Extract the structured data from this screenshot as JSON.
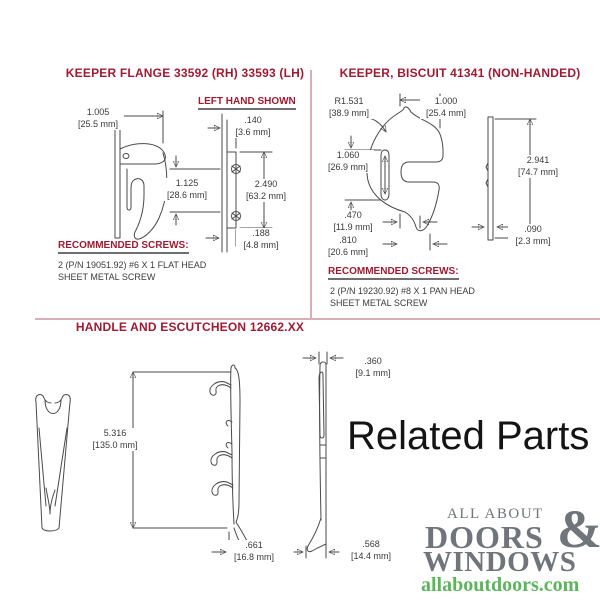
{
  "keeper_flange": {
    "title": "KEEPER FLANGE 33592 (RH) 33593 (LH)",
    "view_note": "LEFT HAND SHOWN",
    "screws_heading": "RECOMMENDED SCREWS:",
    "screws_line1": "2 (P/N 19051.92) #6 X 1 FLAT HEAD",
    "screws_line2": "SHEET METAL SCREW",
    "dims": {
      "width_in": "1.005",
      "width_mm": "[25.5 mm]",
      "tab_in": ".140",
      "tab_mm": "[3.6 mm]",
      "spacing_in": "1.125",
      "spacing_mm": "[28.6 mm]",
      "height_in": "2.490",
      "height_mm": "[63.2 mm]",
      "thickness_in": ".188",
      "thickness_mm": "[4.8 mm]"
    }
  },
  "keeper_biscuit": {
    "title": "KEEPER, BISCUIT 41341 (NON-HANDED)",
    "screws_heading": "RECOMMENDED SCREWS:",
    "screws_line1": "2 (P/N 19230.92) #8 X 1 PAN HEAD",
    "screws_line2": "SHEET METAL SCREW",
    "dims": {
      "radius_in": "R1.531",
      "radius_mm": "[38.9 mm]",
      "width_in": "1.000",
      "width_mm": "[25.4 mm]",
      "slot_in": "1.060",
      "slot_mm": "[26.9 mm]",
      "offset1_in": ".470",
      "offset1_mm": "[11.9 mm]",
      "offset2_in": ".810",
      "offset2_mm": "[20.6 mm]",
      "height_in": "2.941",
      "height_mm": "[74.7 mm]",
      "thickness_in": ".090",
      "thickness_mm": "[2.3 mm]"
    }
  },
  "handle_escutcheon": {
    "title": "HANDLE AND ESCUTCHEON 12662.XX",
    "dims": {
      "height_in": "5.316",
      "height_mm": "[135.0 mm]",
      "depth_in": ".661",
      "depth_mm": "[16.8 mm]",
      "top_width_in": ".360",
      "top_width_mm": "[9.1 mm]",
      "base_width_in": ".568",
      "base_width_mm": "[14.4 mm]"
    }
  },
  "watermark": "Related Parts",
  "logo": {
    "top_line": "ALL ABOUT",
    "mid_line": "DOORS",
    "ampersand": "&",
    "bottom_line": "WINDOWS",
    "url": "allaboutdoors.com"
  },
  "colors": {
    "title_maroon": "#9e1b32",
    "divider_pink": "#d9aeb9",
    "drawing_line": "#4a4a4a",
    "logo_gray": "#6f757a",
    "url_green": "#5cb55c"
  }
}
